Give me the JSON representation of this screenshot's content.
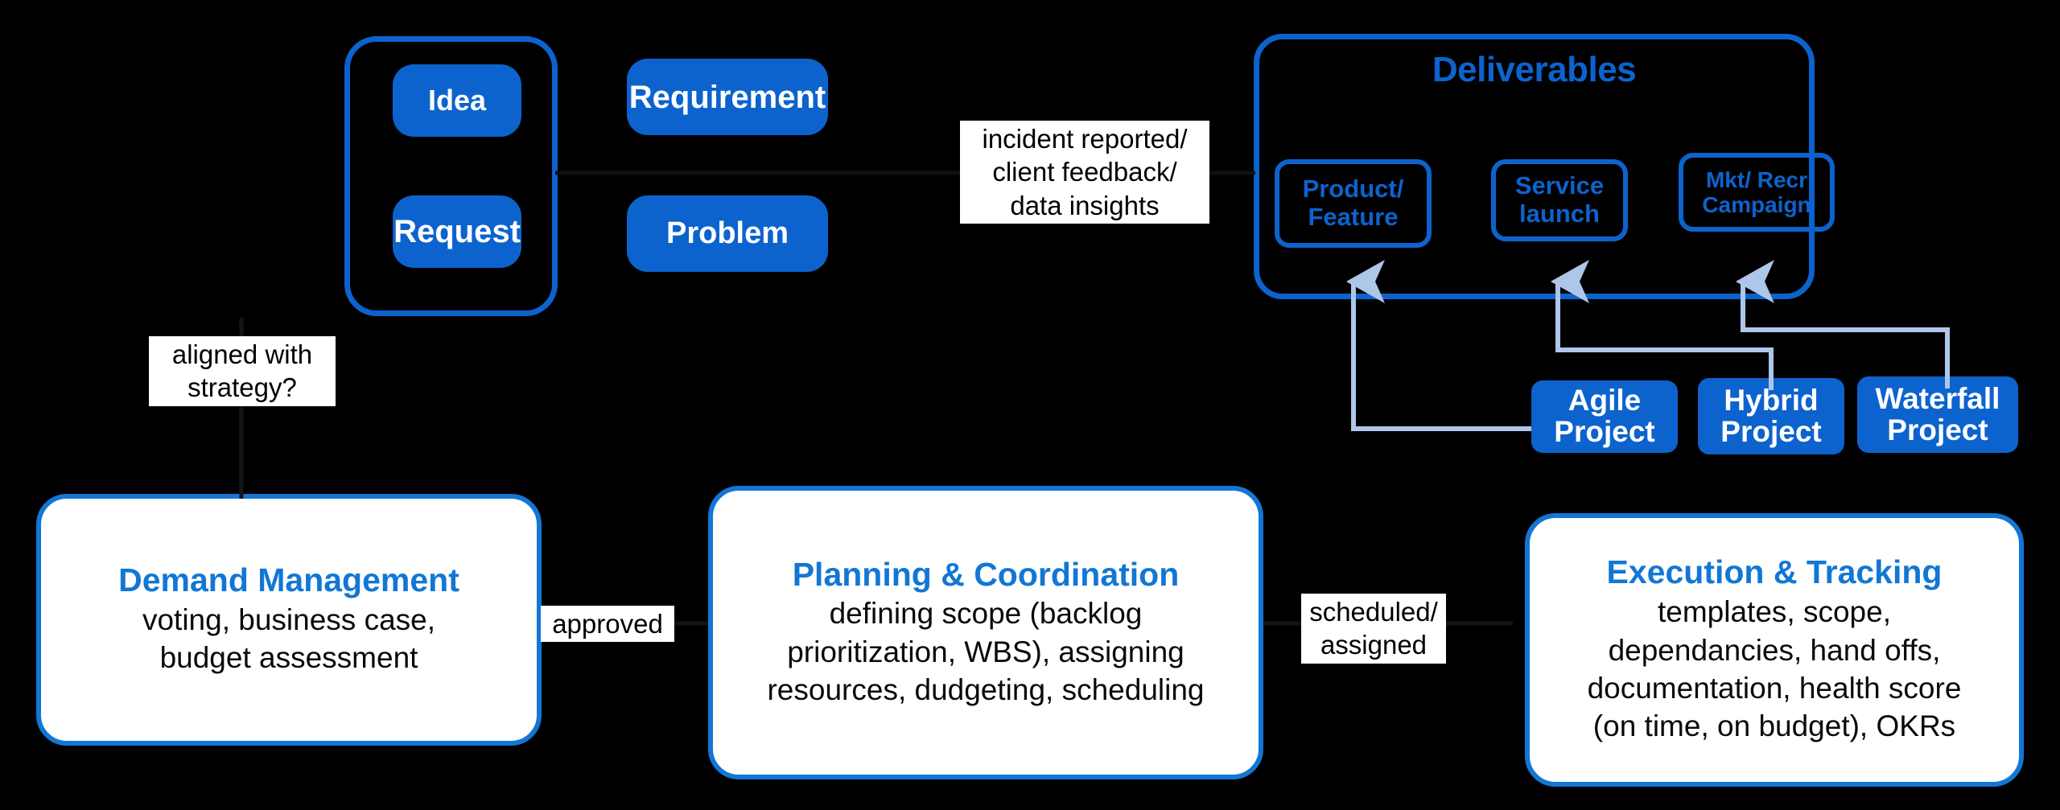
{
  "diagram": {
    "title": "Project Portfolio / Demand to Delivery Flow",
    "colors": {
      "background": "#000000",
      "brand_blue": "#0c63ce",
      "card_border_blue": "#1277d4",
      "connector_blue": "#aec6e8",
      "card_background": "#ffffff",
      "chip_text": "#ffffff",
      "body_text": "#0a0a0a"
    }
  },
  "intake": {
    "name": "demand-intake-group",
    "items": [
      {
        "label": "Idea"
      },
      {
        "label": "Requirement"
      },
      {
        "label": "Request"
      },
      {
        "label": "Problem"
      }
    ]
  },
  "deliverables": {
    "title": "Deliverables",
    "items": [
      {
        "label": "Product/\nFeature"
      },
      {
        "label": "Service\nlaunch"
      },
      {
        "label": "Mkt/ Recr\nCampaign"
      }
    ]
  },
  "projects": [
    {
      "label": "Agile\nProject"
    },
    {
      "label": "Hybrid\nProject"
    },
    {
      "label": "Waterfall\nProject"
    }
  ],
  "stages": [
    {
      "title": "Demand Management",
      "body": "voting, business case,\nbudget assessment"
    },
    {
      "title": "Planning & Coordination",
      "body": "defining scope (backlog\nprioritization, WBS), assigning\nresources, dudgeting, scheduling"
    },
    {
      "title": "Execution & Tracking",
      "body": "templates, scope,\ndependancies, hand offs,\ndocumentation, health score\n(on time, on budget), OKRs"
    }
  ],
  "edge_labels": [
    {
      "name": "aligned-with-strategy",
      "text": "aligned with\nstrategy?"
    },
    {
      "name": "incident-reported",
      "text": "incident reported/\nclient feedback/\ndata insights"
    },
    {
      "name": "approved",
      "text": "approved"
    },
    {
      "name": "scheduled-assigned",
      "text": "scheduled/\nassigned"
    }
  ]
}
